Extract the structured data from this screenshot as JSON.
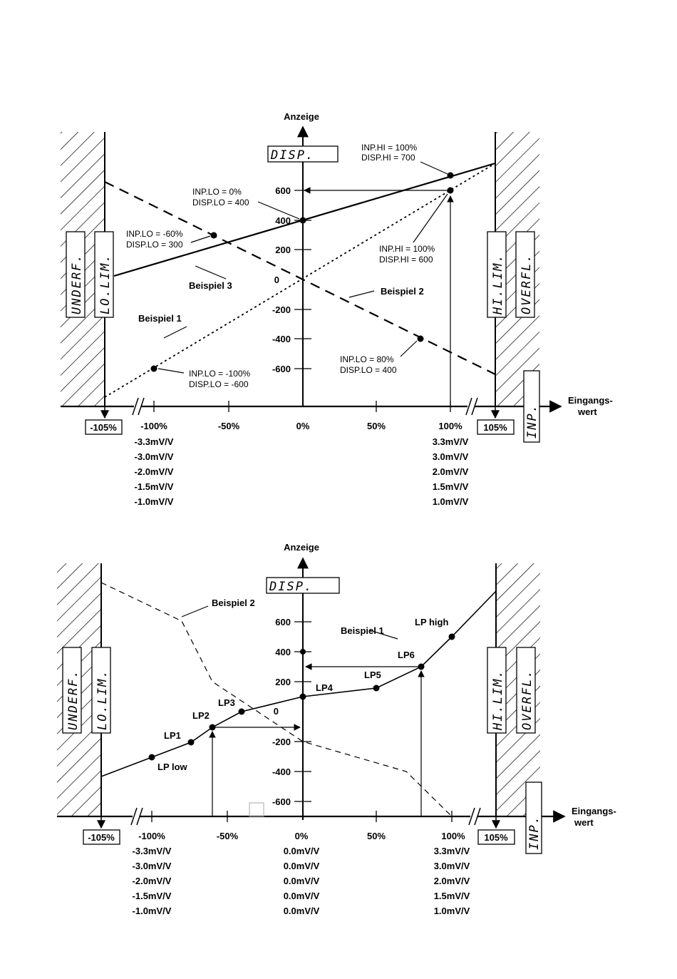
{
  "top": {
    "y_title": "Anzeige",
    "x_title_1": "Eingangs-",
    "x_title_2": "wert",
    "disp_box": "DISP.",
    "inp_box": "INP.",
    "underf_box": "UNDERF.",
    "lolim_box": "LO.LIM.",
    "hilim_box": "HI.LIM.",
    "overfl_box": "OVERFL.",
    "y_ticks": [
      "600",
      "400",
      "200",
      "0",
      "-200",
      "-400",
      "-600"
    ],
    "x_ticks": [
      "-100%",
      "-50%",
      "0%",
      "50%",
      "100%"
    ],
    "left_bound": "-105%",
    "right_bound": "105%",
    "mv_left": [
      "-3.3mV/V",
      "-3.0mV/V",
      "-2.0mV/V",
      "-1.5mV/V",
      "-1.0mV/V"
    ],
    "mv_right": [
      "3.3mV/V",
      "3.0mV/V",
      "2.0mV/V",
      "1.5mV/V",
      "1.0mV/V"
    ],
    "annotations": {
      "a1_l1": "INP.HI = 100%",
      "a1_l2": "DISP.HI = 700",
      "a2_l1": "INP.LO = 0%",
      "a2_l2": "DISP.LO = 400",
      "a3_l1": "INP.LO = -60%",
      "a3_l2": "DISP.LO = 300",
      "a4_l1": "INP.HI = 100%",
      "a4_l2": "DISP.HI = 600",
      "a5_l1": "INP.LO = 80%",
      "a5_l2": "DISP.LO = 400",
      "a6_l1": "INP.LO = -100%",
      "a6_l2": "DISP.LO = -600"
    },
    "beispiel_1": "Beispiel 1",
    "beispiel_2": "Beispiel 2",
    "beispiel_3": "Beispiel 3"
  },
  "bottom": {
    "y_title": "Anzeige",
    "x_title_1": "Eingangs-",
    "x_title_2": "wert",
    "disp_box": "DISP.",
    "inp_box": "INP.",
    "underf_box": "UNDERF.",
    "lolim_box": "LO.LIM.",
    "hilim_box": "HI.LIM.",
    "overfl_box": "OVERFL.",
    "y_ticks": [
      "600",
      "400",
      "200",
      "0",
      "-200",
      "-400",
      "-600"
    ],
    "x_ticks": [
      "-100%",
      "-50%",
      "0%",
      "50%",
      "100%"
    ],
    "left_bound": "-105%",
    "right_bound": "105%",
    "mv_left": [
      "-3.3mV/V",
      "-3.0mV/V",
      "-2.0mV/V",
      "-1.5mV/V",
      "-1.0mV/V"
    ],
    "mv_mid": [
      "0.0mV/V",
      "0.0mV/V",
      "0.0mV/V",
      "0.0mV/V",
      "0.0mV/V"
    ],
    "mv_right": [
      "3.3mV/V",
      "3.0mV/V",
      "2.0mV/V",
      "1.5mV/V",
      "1.0mV/V"
    ],
    "points": {
      "lp_low": "LP low",
      "lp1": "LP1",
      "lp2": "LP2",
      "lp3": "LP3",
      "lp4": "LP4",
      "lp5": "LP5",
      "lp6": "LP6",
      "lp_high": "LP high"
    },
    "beispiel_1": "Beispiel 1",
    "beispiel_2": "Beispiel 2"
  }
}
